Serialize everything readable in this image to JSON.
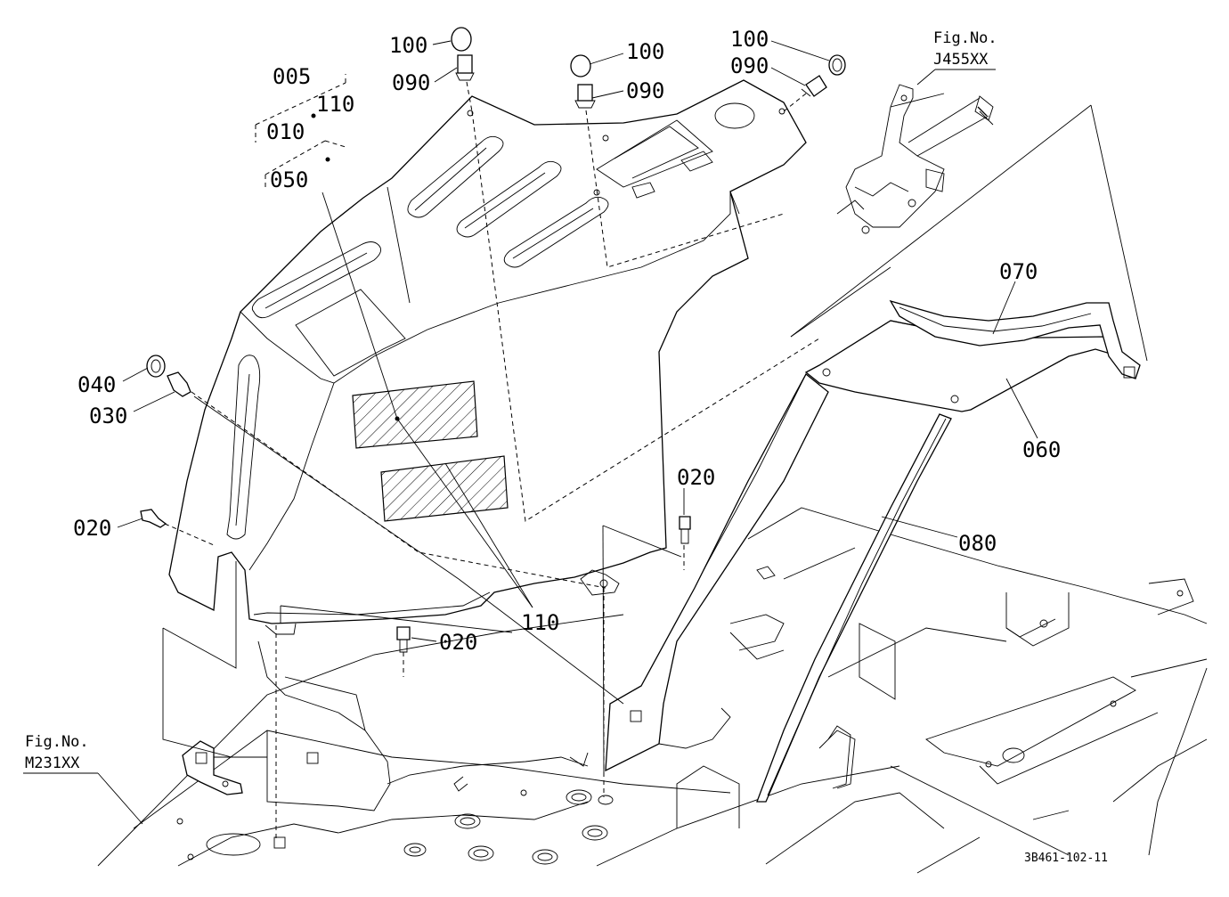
{
  "diagram": {
    "drawing_code": "3B461-102-11",
    "fig_refs": [
      {
        "id": "j455",
        "title": "Fig.No.",
        "code": "J455XX"
      },
      {
        "id": "m231",
        "title": "Fig.No.",
        "code": "M231XX"
      }
    ],
    "callouts": [
      {
        "id": "c100a",
        "text": "100"
      },
      {
        "id": "c090a",
        "text": "090"
      },
      {
        "id": "c100b",
        "text": "100"
      },
      {
        "id": "c090b",
        "text": "090"
      },
      {
        "id": "c100c",
        "text": "100"
      },
      {
        "id": "c090c",
        "text": "090"
      },
      {
        "id": "c005",
        "text": "005"
      },
      {
        "id": "c110a",
        "text": "110"
      },
      {
        "id": "c010",
        "text": "010"
      },
      {
        "id": "c050",
        "text": "050"
      },
      {
        "id": "c040",
        "text": "040"
      },
      {
        "id": "c030",
        "text": "030"
      },
      {
        "id": "c020a",
        "text": "020"
      },
      {
        "id": "c020b",
        "text": "020"
      },
      {
        "id": "c020c",
        "text": "020"
      },
      {
        "id": "c110b",
        "text": "110"
      },
      {
        "id": "c070",
        "text": "070"
      },
      {
        "id": "c060",
        "text": "060"
      },
      {
        "id": "c080",
        "text": "080"
      }
    ]
  }
}
